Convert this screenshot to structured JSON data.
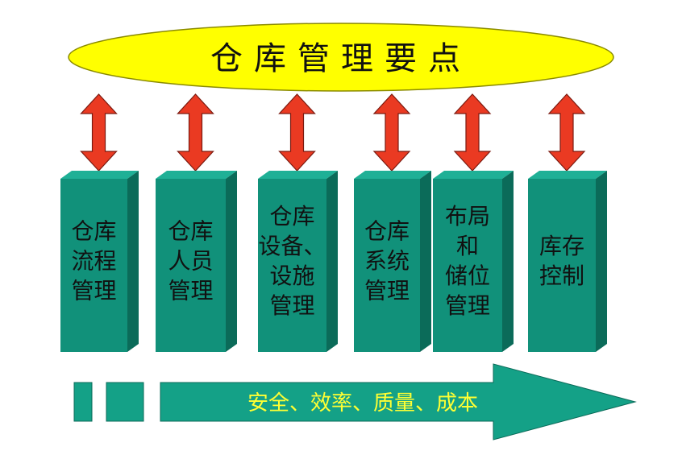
{
  "title": "仓库管理要点",
  "columns": [
    {
      "lines": [
        "仓库",
        "流程",
        "管理"
      ]
    },
    {
      "lines": [
        "仓库",
        "人员",
        "管理"
      ]
    },
    {
      "lines": [
        "仓库",
        "设备、",
        "设施",
        "管理"
      ]
    },
    {
      "lines": [
        "仓库",
        "系统",
        "管理"
      ]
    },
    {
      "lines": [
        "布局",
        "和",
        "储位",
        "管理"
      ]
    },
    {
      "lines": [
        "库存",
        "控制"
      ]
    }
  ],
  "footer_arrow": {
    "label": "安全、效率、质量、成本"
  },
  "colors": {
    "ellipse_fill": "#ffff00",
    "ellipse_stroke": "#8a8a00",
    "block_front": "#11917a",
    "block_side": "#0b6b59",
    "block_top": "#1fb096",
    "arrow_red": "#ea3a22",
    "arrow_outline": "#7a1a10",
    "footer_fill": "#14a187",
    "footer_text": "#ffff33",
    "text_dark": "#111111"
  }
}
